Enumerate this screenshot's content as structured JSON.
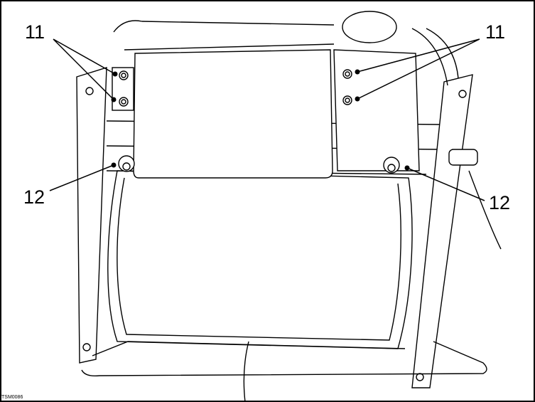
{
  "callouts": {
    "label_11_left": "11",
    "label_11_right": "11",
    "label_12_left": "12",
    "label_12_right": "12"
  },
  "figure_ref": "TSM0086"
}
